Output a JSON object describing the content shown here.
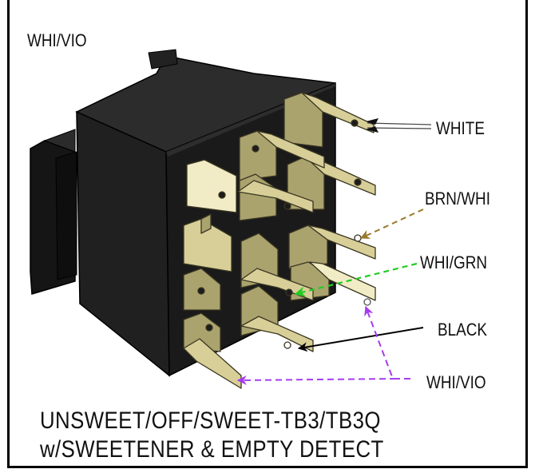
{
  "top_label": "WHI/VIO",
  "wire_labels": {
    "white": "WHITE",
    "brn_whi": "BRN/WHI",
    "whi_grn": "WHI/GRN",
    "black": "BLACK",
    "whi_vio": "WHI/VIO"
  },
  "caption": {
    "line1": "UNSWEET/OFF/SWEET-TB3/TB3Q",
    "line2": "w/SWEETENER & EMPTY DETECT"
  },
  "colors": {
    "switch_body": "#1c1c1c",
    "terminal": "#d8cf98",
    "terminal_shade": "#aaa36e",
    "brn_whi": "#9a7a2a",
    "whi_grn": "#22cc22",
    "black": "#000000",
    "whi_vio": "#a53cf0"
  }
}
